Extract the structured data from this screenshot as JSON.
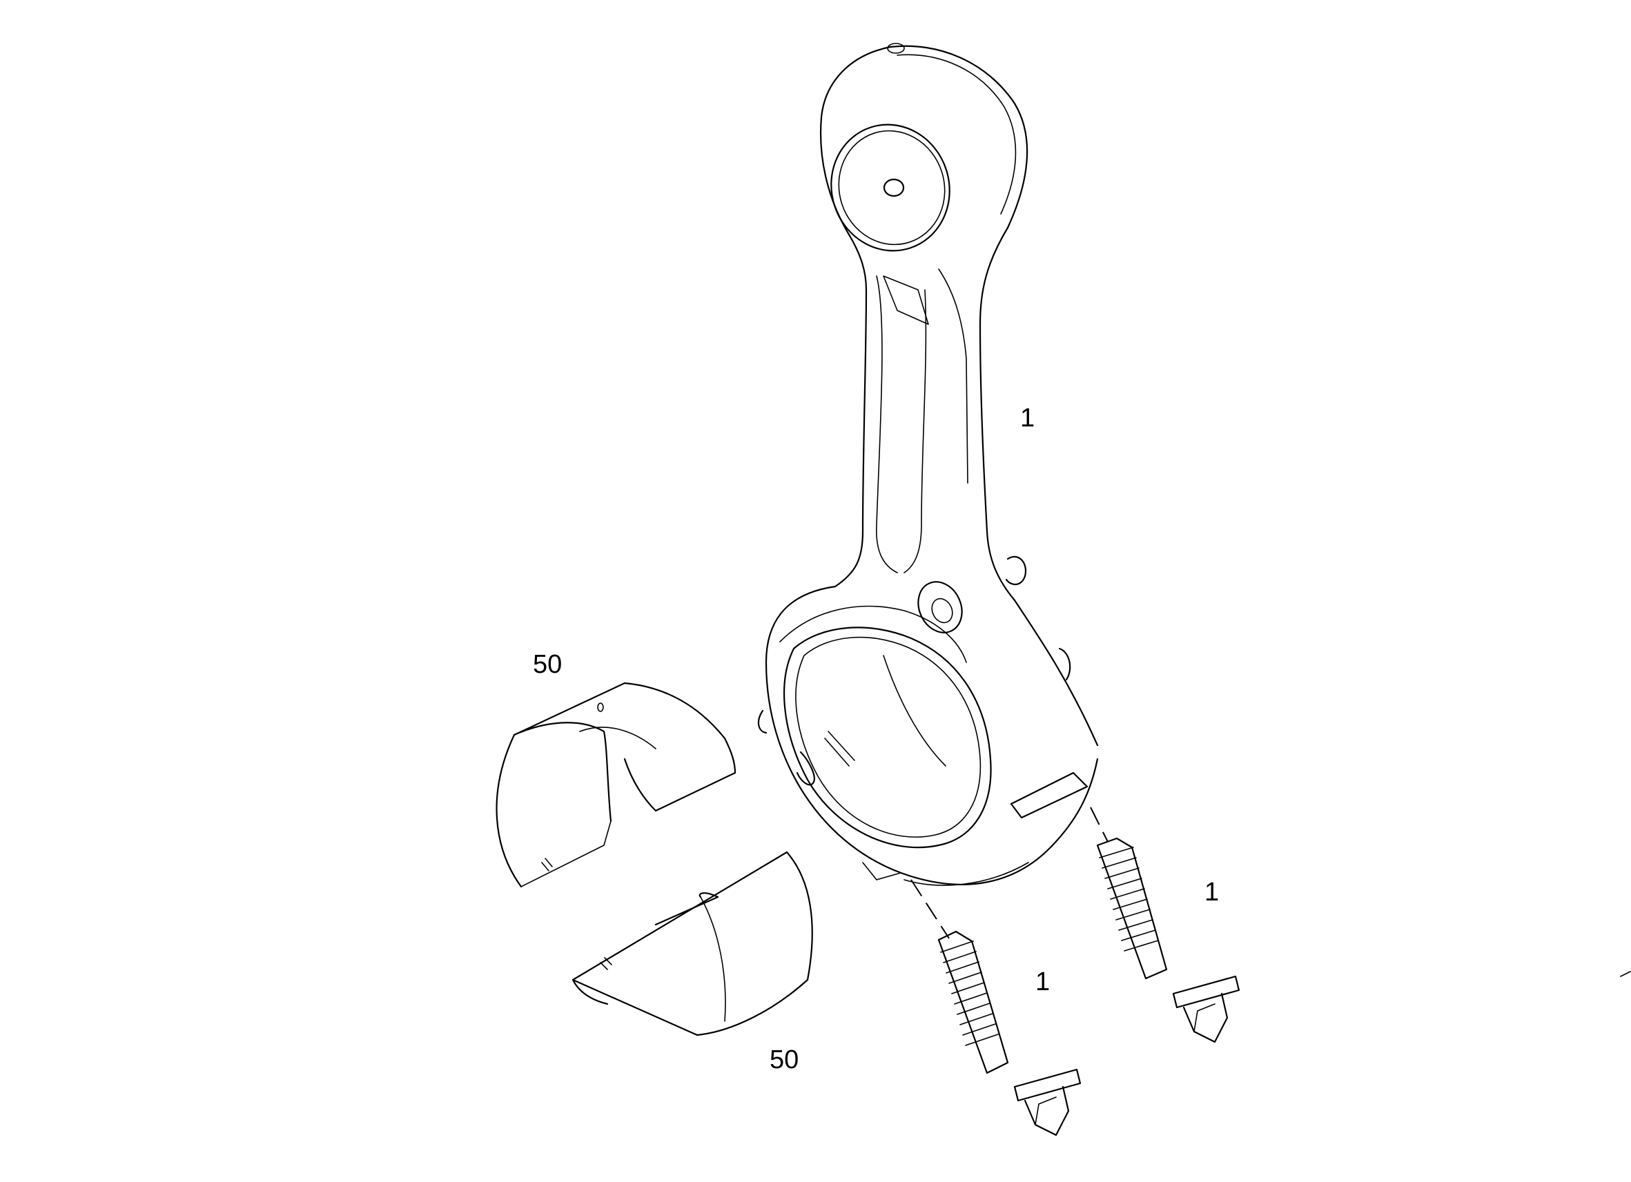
{
  "callouts": {
    "rod": "1",
    "bolt_right": "1",
    "bolt_left": "1",
    "bearing_upper": "50",
    "bearing_lower": "50"
  },
  "colors": {
    "line": "#000000",
    "background": "#ffffff"
  }
}
